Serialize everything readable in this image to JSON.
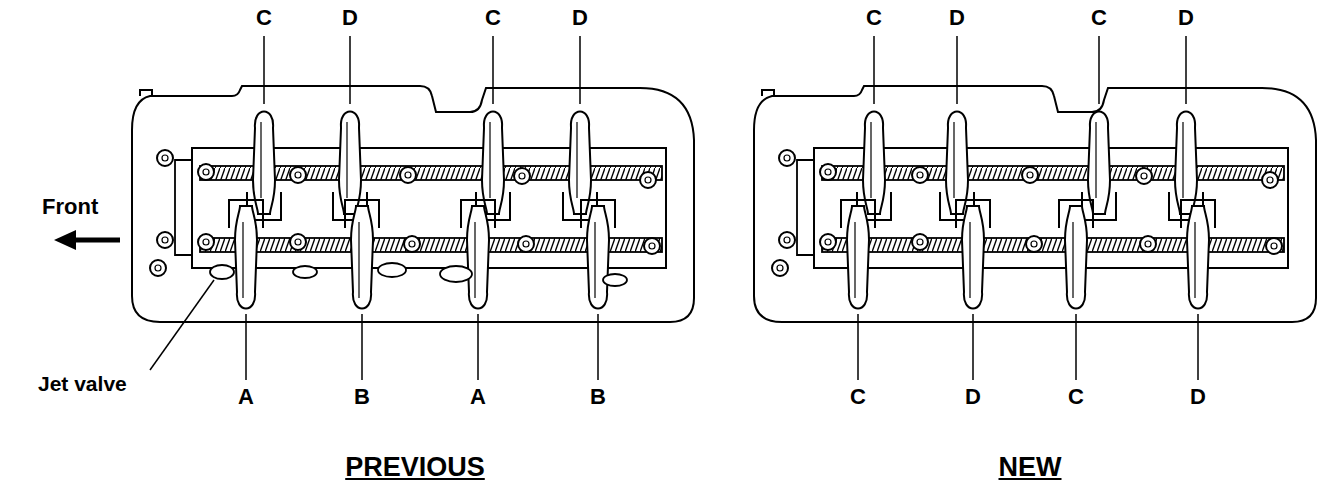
{
  "diagram": {
    "labels": [
      "C",
      "D",
      "C",
      "D",
      "Front",
      "Jet valve",
      "A",
      "B",
      "A",
      "B",
      "PREVIOUS",
      "C",
      "D",
      "C",
      "D",
      "C",
      "D",
      "C",
      "D",
      "NEW"
    ]
  }
}
